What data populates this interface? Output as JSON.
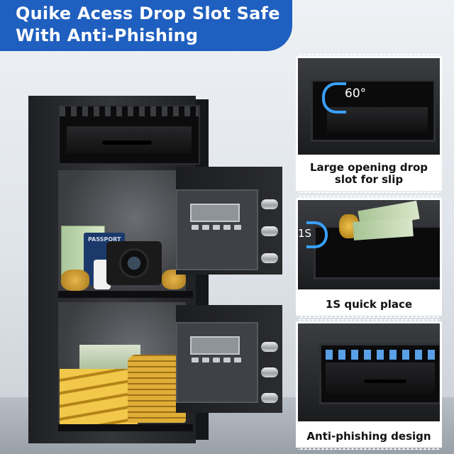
{
  "banner": {
    "line1": "Quike Acess Drop Slot Safe",
    "line2": "With Anti-Phishing"
  },
  "colors": {
    "banner": "#1f5fbf",
    "arrow": "#3aa0ff",
    "safe_body": "#2a2b2e"
  },
  "product": {
    "passport_label": "PASSPORT"
  },
  "features": [
    {
      "angle_label": "60°",
      "caption": "Large opening drop slot for slip"
    },
    {
      "time_label": "1S",
      "caption": "1S quick place"
    },
    {
      "caption": "Anti-phishing design"
    }
  ]
}
